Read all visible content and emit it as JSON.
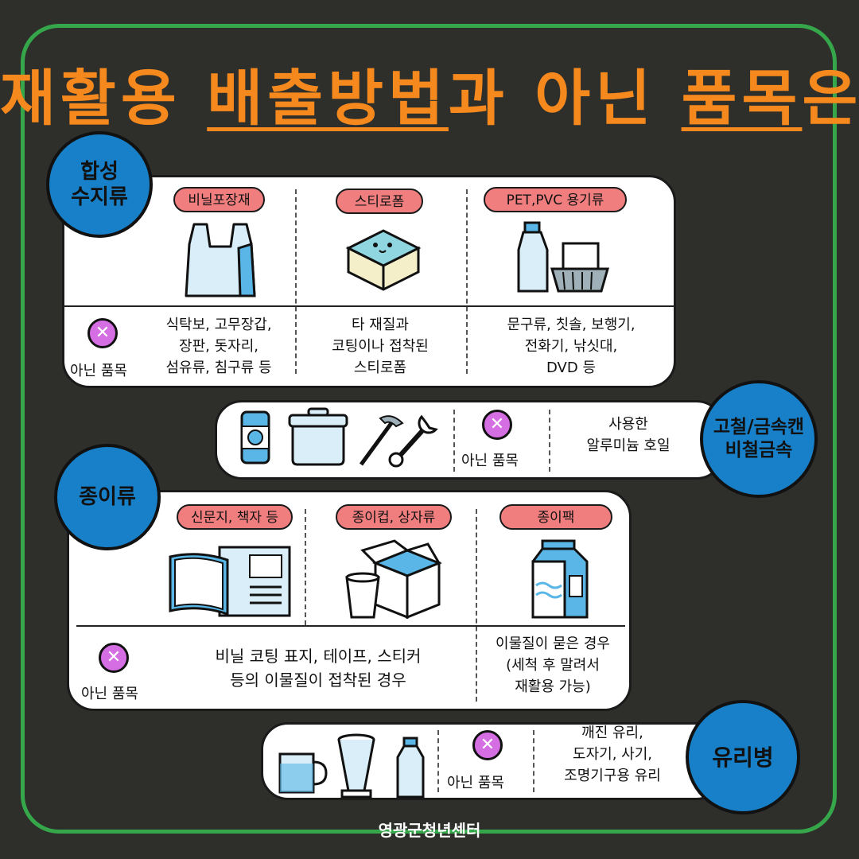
{
  "title": {
    "part1": "재활용 ",
    "part2": "배출방법",
    "part3": "과 아닌 ",
    "part4": "품목",
    "part5": "은?"
  },
  "plastic": {
    "category": "합성\n수지류",
    "items": [
      {
        "label": "비닐포장재",
        "exclude": "식탁보, 고무장갑,\n장판, 돗자리,\n섬유류, 침구류 등"
      },
      {
        "label": "스티로폼",
        "exclude": "타 재질과\n코팅이나 접착된\n스티로폼"
      },
      {
        "label": "PET,PVC 용기류",
        "exclude": "문구류, 칫솔, 보행기,\n전화기, 낚싯대,\nDVD 등"
      }
    ],
    "not_item": "아닌 품목"
  },
  "metal": {
    "category": "고철/금속캔\n비철금속",
    "not_item": "아닌 품목",
    "exclude": "사용한\n알루미늄 호일"
  },
  "paper": {
    "category": "종이류",
    "items": [
      {
        "label": "신문지, 책자 등"
      },
      {
        "label": "종이컵, 상자류"
      },
      {
        "label": "종이팩"
      }
    ],
    "not_item": "아닌 품목",
    "exclude_main": "비닐 코팅 표지, 테이프, 스티커\n등의 이물질이 접착된 경우",
    "exclude_pack": "이물질이 묻은 경우\n(세척 후 말려서\n재활용 가능)"
  },
  "glass": {
    "category": "유리병",
    "not_item": "아닌 품목",
    "exclude": "깨진 유리,\n도자기, 사기,\n조명기구용 유리"
  },
  "footer": "영광군청년센터",
  "colors": {
    "background": "#2e2f2b",
    "frame": "#35a74a",
    "title": "#f5891e",
    "circle": "#1780c8",
    "pill": "#f07e7e",
    "xmark": "#d56ee3"
  }
}
